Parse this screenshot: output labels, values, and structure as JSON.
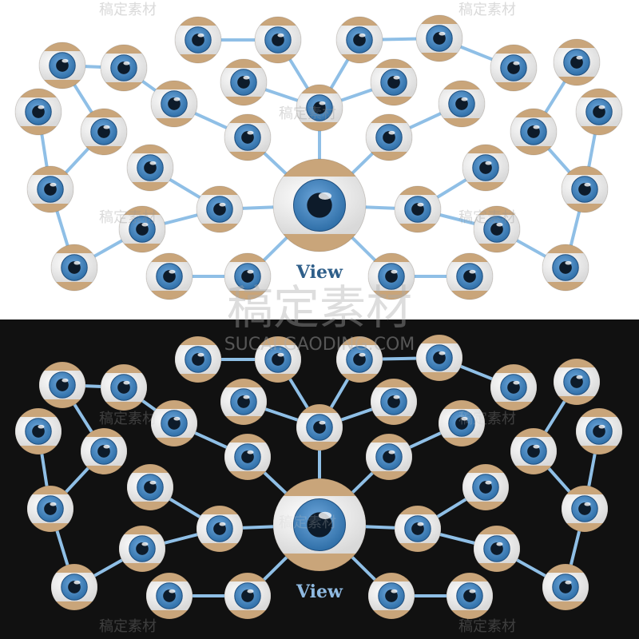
{
  "panels": [
    {
      "theme": "light",
      "background": "#ffffff",
      "label": "View",
      "label_color": "#2f5f8a"
    },
    {
      "theme": "dark",
      "background": "#111111",
      "label": "View",
      "label_color": "#8fb9e0"
    }
  ],
  "colors": {
    "connector": "#8fbfe6",
    "sclera": "#ffffff",
    "skin": "#c9a57a",
    "iris_outer": "#2f6fa8",
    "iris_inner": "#6fa8dc",
    "pupil": "#0d1b2a"
  },
  "watermark": {
    "brand": "稿定素材",
    "url": "SUCAI.GAODING.COM",
    "color_light": "rgba(150,150,150,0.35)",
    "color_dark": "rgba(200,200,200,0.25)"
  }
}
